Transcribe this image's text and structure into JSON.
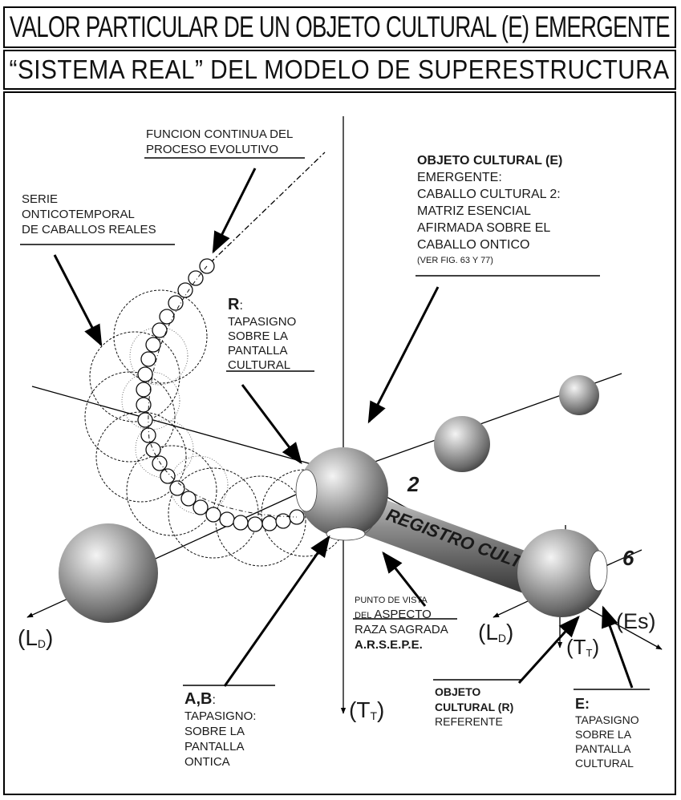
{
  "title": "VALOR PARTICULAR DE UN OBJETO CULTURAL (E) EMERGENTE",
  "subtitle": "“SISTEMA REAL” DEL MODELO DE SUPERESTRUCTURA",
  "labels": {
    "funcion": [
      "FUNCION CONTINUA DEL",
      "PROCESO EVOLUTIVO"
    ],
    "serie": [
      "SERIE",
      "ONTICOTEMPORAL",
      "DE CABALLOS REALES"
    ],
    "objeto_e_title": "OBJETO CULTURAL (E)",
    "objeto_e_lines": [
      "EMERGENTE:",
      "CABALLO CULTURAL 2:",
      "MATRIZ ESENCIAL",
      "AFIRMADA SOBRE EL",
      "CABALLO ONTICO"
    ],
    "objeto_e_note": "(VER FIG. 63 Y 77)",
    "r_title": "R",
    "r_colon": ":",
    "r_lines": [
      "TAPASIGNO",
      "SOBRE LA",
      "PANTALLA",
      "CULTURAL"
    ],
    "registro": "REGISTRO CULTURAL",
    "num_2": "2",
    "num_6": "6",
    "punto_a": "PUNTO DE VISTA",
    "punto_b_prefix": "DEL",
    "punto_b": "ASPECTO",
    "punto_c": "RAZA SAGRADA",
    "punto_d": "A.R.S.E.P.E.",
    "ab_title": "A",
    "ab_comma": ",",
    "ab_b": "B",
    "ab_colon": ":",
    "ab_lines": [
      "TAPASIGNO:",
      "SOBRE LA",
      "PANTALLA",
      "ONTICA"
    ],
    "objeto_r_lines": [
      "OBJETO",
      "CULTURAL (R)"
    ],
    "objeto_r_sub": "REFERENTE",
    "e_title": "E:",
    "e_lines": [
      "TAPASIGNO",
      "SOBRE LA",
      "PANTALLA",
      "CULTURAL"
    ],
    "axis_ld_left_main": "(L",
    "axis_ld_left_sub": "D",
    "axis_ld_left_close": ")",
    "axis_tt_center_main": "(T",
    "axis_tt_center_sub": "T",
    "axis_tt_center_close": ")",
    "axis_ld_right_main": "(L",
    "axis_ld_right_sub": "D",
    "axis_ld_right_close": ")",
    "axis_tt_right_main": "(T",
    "axis_tt_right_sub": "T",
    "axis_tt_right_close": ")",
    "axis_es": "(Es)"
  }
}
